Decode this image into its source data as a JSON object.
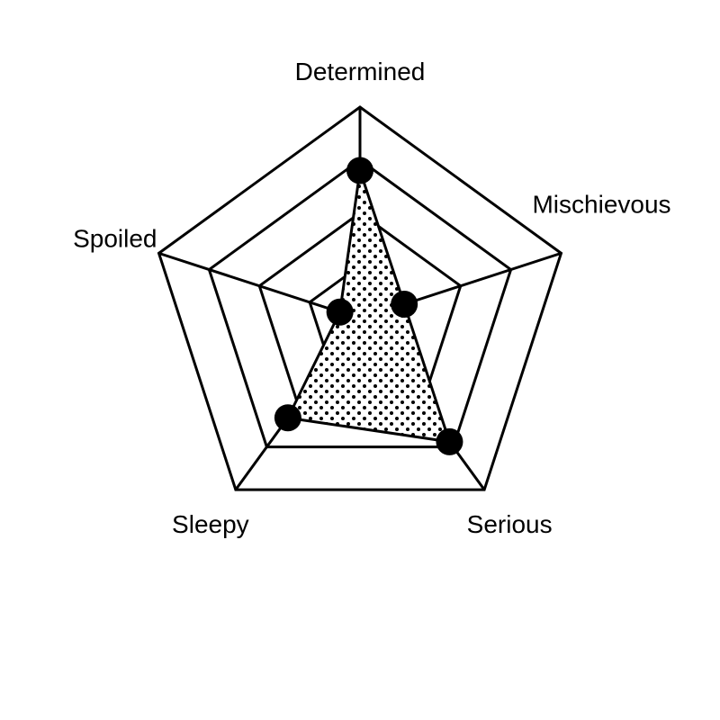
{
  "chart_data": {
    "type": "radar",
    "categories": [
      "Determined",
      "Mischievous",
      "Serious",
      "Sleepy",
      "Spoiled"
    ],
    "series": [
      {
        "values": [
          3.5,
          1.1,
          3.6,
          2.9,
          0.5
        ]
      }
    ],
    "rmax": 5,
    "grid_levels": 4,
    "fill_pattern": "dots",
    "colors": {
      "line": "#000000",
      "marker": "#000000",
      "background": "#ffffff"
    }
  }
}
